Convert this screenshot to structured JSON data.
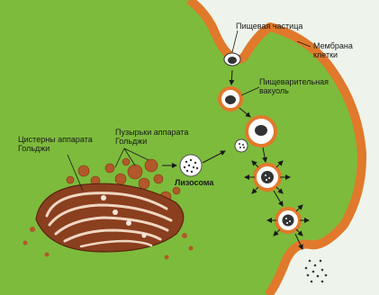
{
  "labels": {
    "food_particle": "Пищевая частица",
    "cell_membrane_1": "Мембрана",
    "cell_membrane_2": "клетки",
    "digestive_vacuole_1": "Пищеварительная",
    "digestive_vacuole_2": "вакуоль",
    "golgi_vesicles_1": "Пузырьки аппарата",
    "golgi_vesicles_2": "Гольджи",
    "golgi_cisterns_1": "Цистерны аппарата",
    "golgi_cisterns_2": "Гольджи",
    "lysosome": "Лизосома"
  },
  "colors": {
    "cytoplasm": "#7dbb3c",
    "membrane": "#e0792b",
    "outside": "#eef4ec",
    "golgi": "#8a3f1f",
    "vesicle": "#b2582b",
    "vacuole_fill": "#ffffff",
    "dark": "#2b2b2b"
  }
}
